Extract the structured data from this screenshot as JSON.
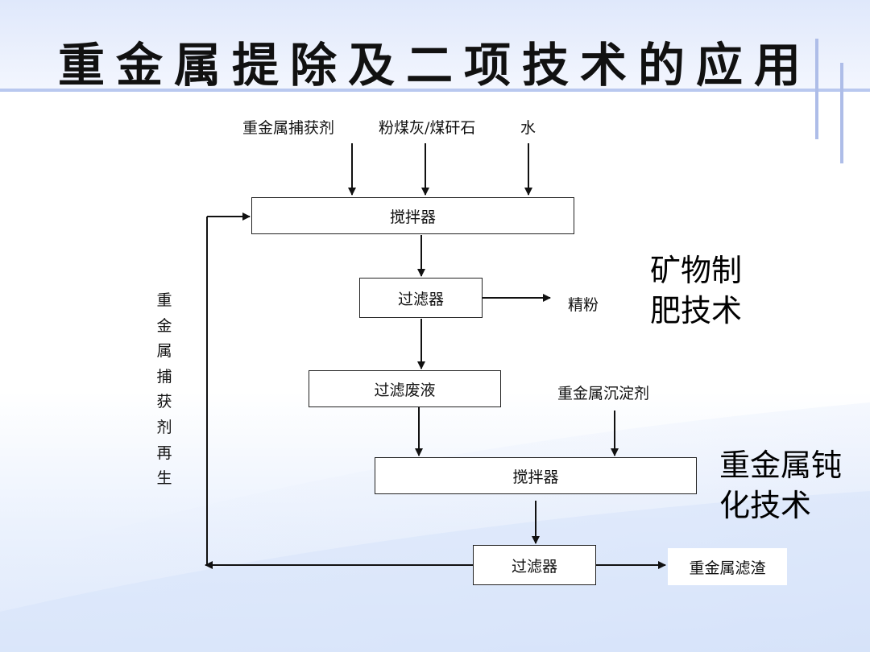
{
  "slide": {
    "title": "重金属提除及二项技术的应用"
  },
  "flow": {
    "inputs": {
      "capture_agent": "重金属捕获剂",
      "fly_ash": "粉煤灰/煤矸石",
      "water": "水"
    },
    "mixer_1": "搅拌器",
    "filter_1": "过滤器",
    "concentrate": "精粉",
    "filtrate": "过滤废液",
    "precipitant": "重金属沉淀剂",
    "mixer_2": "搅拌器",
    "filter_2": "过滤器",
    "residue": "重金属滤渣",
    "regeneration": "重金属捕获剂再生"
  },
  "techniques": {
    "fertilizer": "矿物制\n肥技术",
    "passivation": "重金属钝\n化技术"
  }
}
